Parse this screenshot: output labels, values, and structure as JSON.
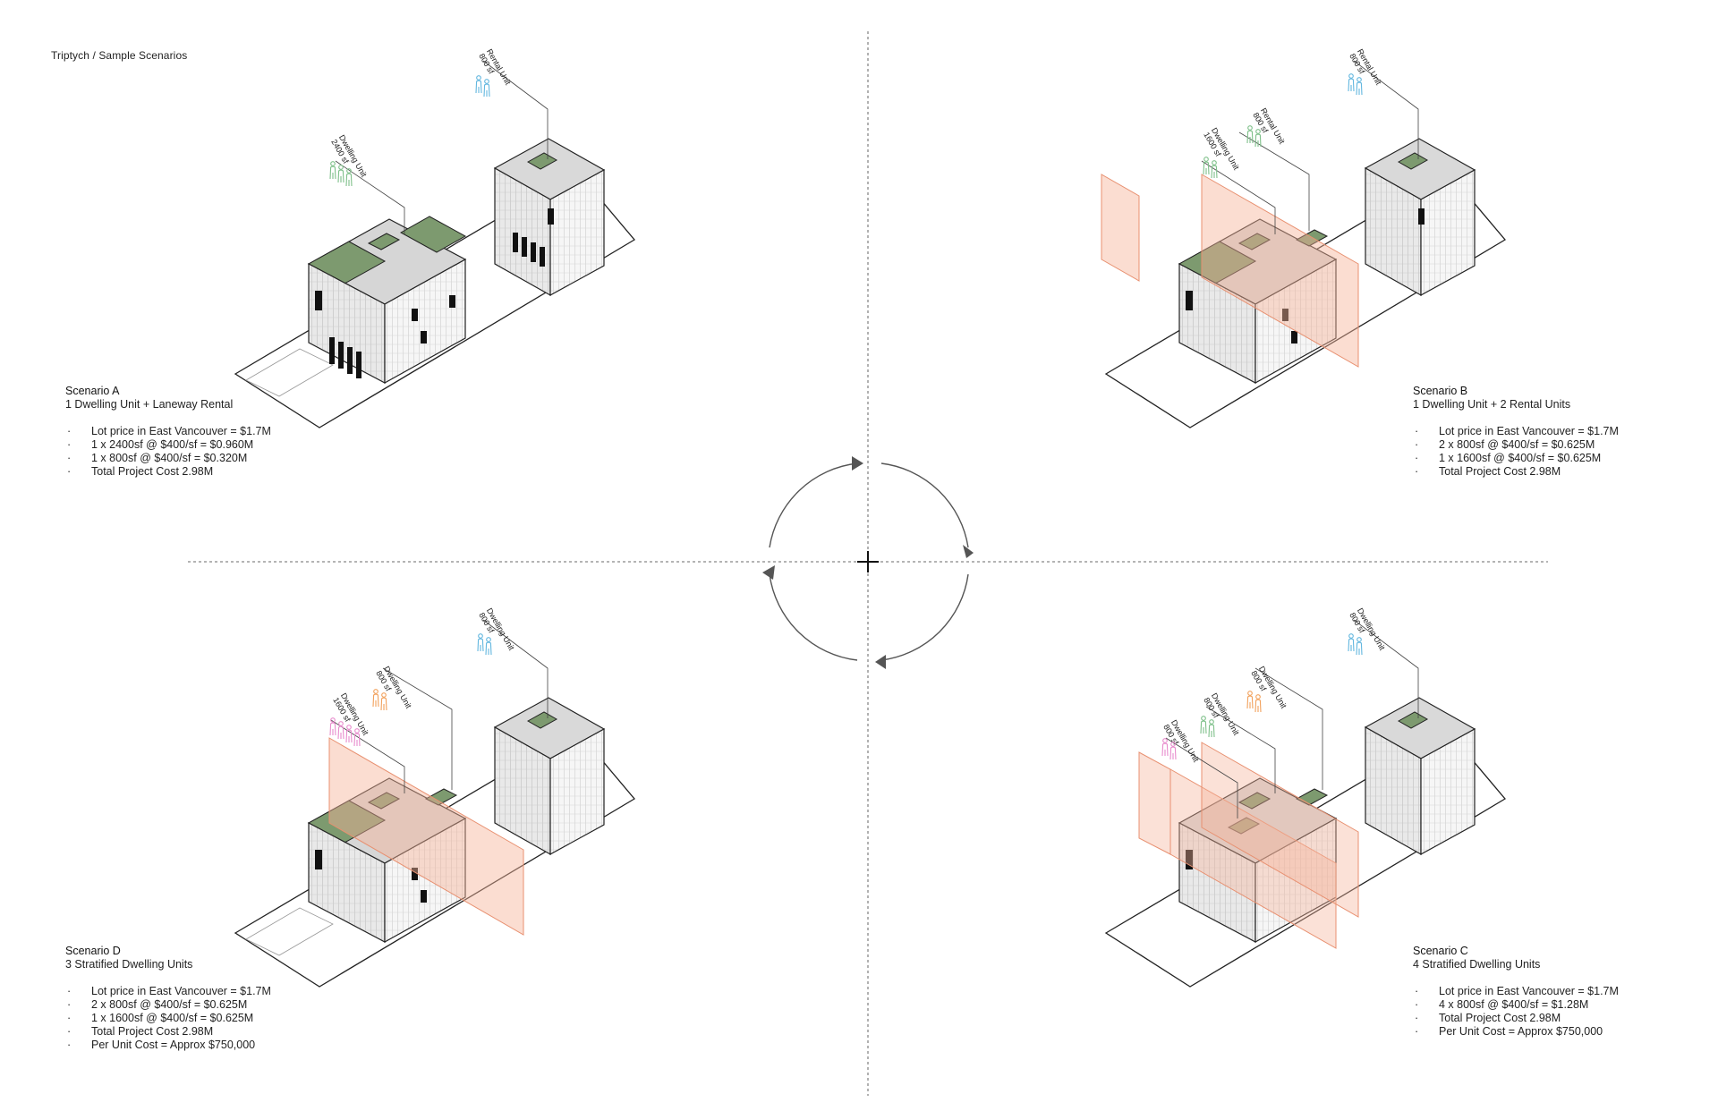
{
  "page": {
    "title": "Triptych / Sample Scenarios"
  },
  "colors": {
    "roof_green": "#7d9a6f",
    "overlay_orange": "#f6b49a",
    "rental_blue": "#63b7df",
    "owner_green": "#7fc08a",
    "orange_person": "#f2a15c",
    "pink_person": "#e88ccd",
    "line": "#222222"
  },
  "scenarios": {
    "a": {
      "title": "Scenario A",
      "subtitle": "1 Dwelling Unit + Laneway Rental",
      "items": [
        "Lot price in East Vancouver = $1.7M",
        "1 x 2400sf @ $400/sf = $0.960M",
        "1 x 800sf @ $400/sf = $0.320M",
        "Total Project Cost 2.98M"
      ],
      "callouts": [
        {
          "area": "800 sf",
          "unit": "Rental Unit"
        },
        {
          "area": "2400 sf",
          "unit": "Dwelling Unit"
        }
      ]
    },
    "b": {
      "title": "Scenario B",
      "subtitle": "1 Dwelling Unit + 2 Rental Units",
      "items": [
        "Lot price in East Vancouver = $1.7M",
        "2 x 800sf @ $400/sf = $0.625M",
        "1 x 1600sf @ $400/sf = $0.625M",
        "Total Project Cost 2.98M"
      ],
      "callouts": [
        {
          "area": "800 sf",
          "unit": "Rental Unit"
        },
        {
          "area": "800 sf",
          "unit": "Rental Unit"
        },
        {
          "area": "1600 sf",
          "unit": "Dwelling Unit"
        }
      ]
    },
    "c": {
      "title": "Scenario C",
      "subtitle": "4 Stratified Dwelling Units",
      "items": [
        "Lot price in East Vancouver = $1.7M",
        "4 x 800sf @ $400/sf = $1.28M",
        "Total Project Cost 2.98M",
        "Per Unit Cost  = Approx $750,000"
      ],
      "callouts": [
        {
          "area": "800 sf",
          "unit": "Dwelling Unit"
        },
        {
          "area": "800 sf",
          "unit": "Dwelling Unit"
        },
        {
          "area": "800 sf",
          "unit": "Dwelling Unit"
        },
        {
          "area": "800 sf",
          "unit": "Dwelling Unit"
        }
      ]
    },
    "d": {
      "title": "Scenario D",
      "subtitle": "3 Stratified Dwelling Units",
      "items": [
        "Lot price in East Vancouver = $1.7M",
        "2 x 800sf @ $400/sf = $0.625M",
        "1 x 1600sf @ $400/sf = $0.625M",
        "Total Project Cost 2.98M",
        "Per Unit Cost  = Approx $750,000"
      ],
      "callouts": [
        {
          "area": "800 sf",
          "unit": "Dwelling Unit"
        },
        {
          "area": "800 sf",
          "unit": "Dwelling Unit"
        },
        {
          "area": "1600 sf",
          "unit": "Dwelling Unit"
        }
      ]
    }
  }
}
